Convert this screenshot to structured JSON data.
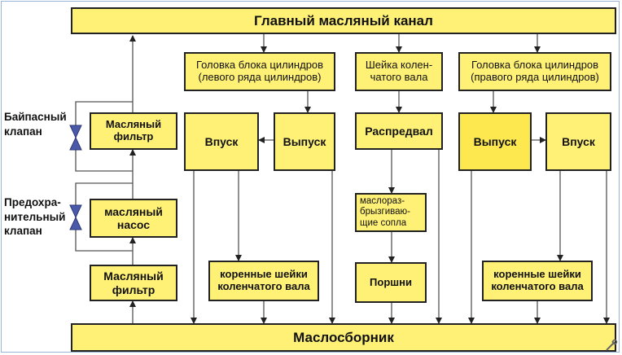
{
  "boxes": {
    "main_channel": "Главный масляный канал",
    "sump": "Маслосборник",
    "head_left": "Головка блока цилиндров\n(левого ряда цилиндров)",
    "crank_neck": "Шейка колен-\nчатого вала",
    "head_right": "Головка блока цилиндров\n(правого ряда цилиндров)",
    "filter_top": "Масляный\nфильтр",
    "pump": "масляный\nнасос",
    "filter_bottom": "Масляный\nфильтр",
    "intake_left": "Впуск",
    "exhaust_left": "Выпуск",
    "camshaft": "Распредвал",
    "exhaust_right": "Выпуск",
    "intake_right": "Впуск",
    "nozzles": "маслораз-\nбрызгиваю-\nщие сопла",
    "journals_left": "коренные шейки\nколенчатого вала",
    "pistons": "Поршни",
    "journals_right": "коренные шейки\nколенчатого вала"
  },
  "labels": {
    "bypass_valve": "Байпасный\nклапан",
    "relief_valve": "Предохра-\nнительный\nклапан"
  },
  "colors": {
    "box_fill": "#fff176",
    "box_fill_highlight": "#fde84f",
    "line": "#333333",
    "valve": "#4a5aa8"
  }
}
